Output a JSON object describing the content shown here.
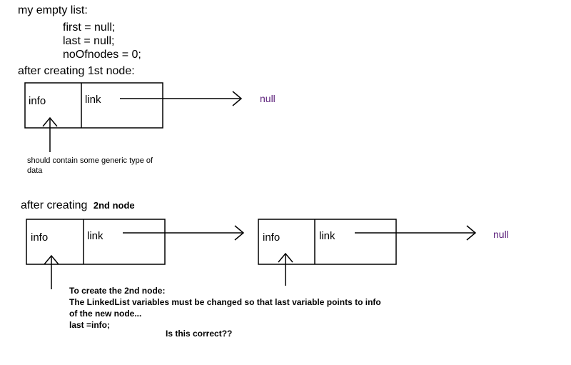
{
  "heading": "my empty list:",
  "code_lines": [
    "first = null;",
    "last = null;",
    "noOfnodes = 0;"
  ],
  "section1_heading": "after creating 1st node:",
  "section2_heading_prefix": "after creating",
  "section2_heading_bold": "2nd node",
  "field_info": "info",
  "field_link": "link",
  "null_label": "null",
  "note1_lines": [
    "should contain some generic type of",
    "data"
  ],
  "note2_lines": [
    "To create the 2nd node:",
    "The LinkedList variables must be changed so that last variable points to info",
    "of the new node...",
    "last =info;"
  ],
  "question": "Is this correct??",
  "colors": {
    "null_text": "#5b1f7a",
    "line": "#000000"
  }
}
